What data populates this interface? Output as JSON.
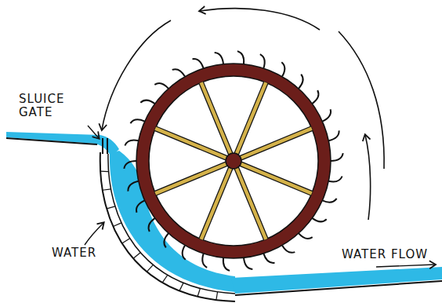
{
  "diagram": {
    "labels": [
      "SLUICE GATE",
      "WATER",
      "WATER FLOW"
    ]
  }
}
